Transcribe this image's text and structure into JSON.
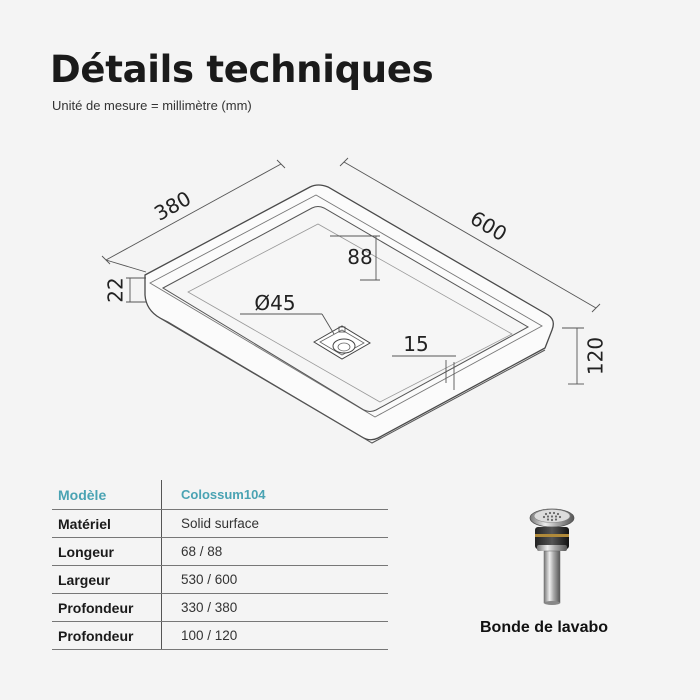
{
  "header": {
    "title": "Détails techniques",
    "subtitle": "Unité de mesure = millimètre (mm)"
  },
  "dimensions": {
    "width": "380",
    "length": "600",
    "rim": "22",
    "inner_offset": "88",
    "drain_diameter": "Ø45",
    "wall": "15",
    "height": "120"
  },
  "specs": {
    "header": {
      "label": "Modèle",
      "value": "Colossum104"
    },
    "rows": [
      {
        "label": "Matériel",
        "value": "Solid surface"
      },
      {
        "label": "Longeur",
        "value": "68 / 88"
      },
      {
        "label": "Largeur",
        "value": "530 / 600"
      },
      {
        "label": "Profondeur",
        "value": "330 / 380"
      },
      {
        "label": "Profondeur",
        "value": "100 / 120"
      }
    ]
  },
  "accessory": {
    "label": "Bonde de lavabo"
  },
  "colors": {
    "accent": "#4aa3b3",
    "background": "#f4f4f4",
    "line": "#555555"
  }
}
